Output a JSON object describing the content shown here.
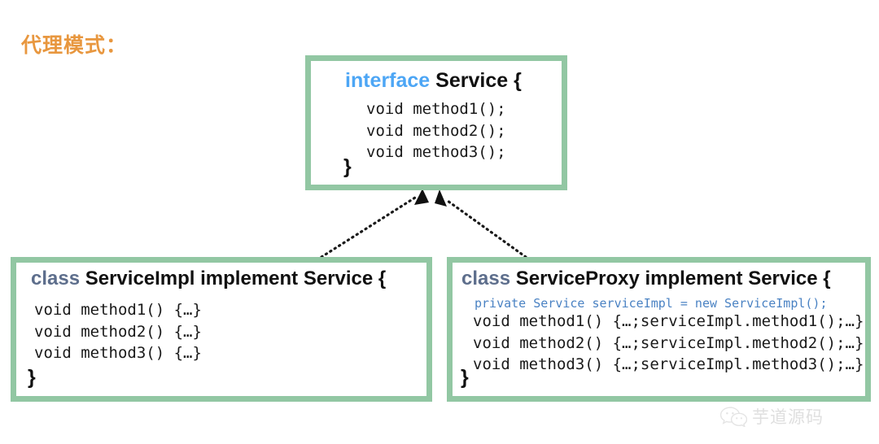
{
  "page": {
    "title": "代理模式：",
    "title_color": "#e8973f",
    "background": "#ffffff",
    "box_border_color": "#92c7a3"
  },
  "interface_box": {
    "name": "Service",
    "keyword": "interface",
    "keyword_color": "#4da6f5",
    "signature_tail": " Service {",
    "methods": "void method1();\nvoid method2();\nvoid method3();",
    "closing_brace": "}"
  },
  "impl_box": {
    "name": "ServiceImpl",
    "keyword": "class",
    "keyword_color": "#5d6e8c",
    "signature_tail": " ServiceImpl implement Service {",
    "methods": "void method1() {…}\nvoid method2() {…}\nvoid method3() {…}",
    "closing_brace": "}"
  },
  "proxy_box": {
    "name": "ServiceProxy",
    "keyword": "class",
    "keyword_color": "#5d6e8c",
    "signature_tail": " ServiceProxy implement Service {",
    "field_declaration": "private Service serviceImpl = new ServiceImpl();",
    "field_color": "#4a82c3",
    "methods": "void method1() {…;serviceImpl.method1();…}\nvoid method2() {…;serviceImpl.method2();…}\nvoid method3() {…;serviceImpl.method3();…}",
    "closing_brace": "}"
  },
  "relations": [
    {
      "name": "impl-realizes-service",
      "from": "ServiceImpl",
      "to": "Service",
      "style": "dotted-arrow"
    },
    {
      "name": "proxy-realizes-service",
      "from": "ServiceProxy",
      "to": "Service",
      "style": "dotted-arrow"
    }
  ],
  "watermark": {
    "text": "芋道源码",
    "icon": "wechat-icon"
  }
}
